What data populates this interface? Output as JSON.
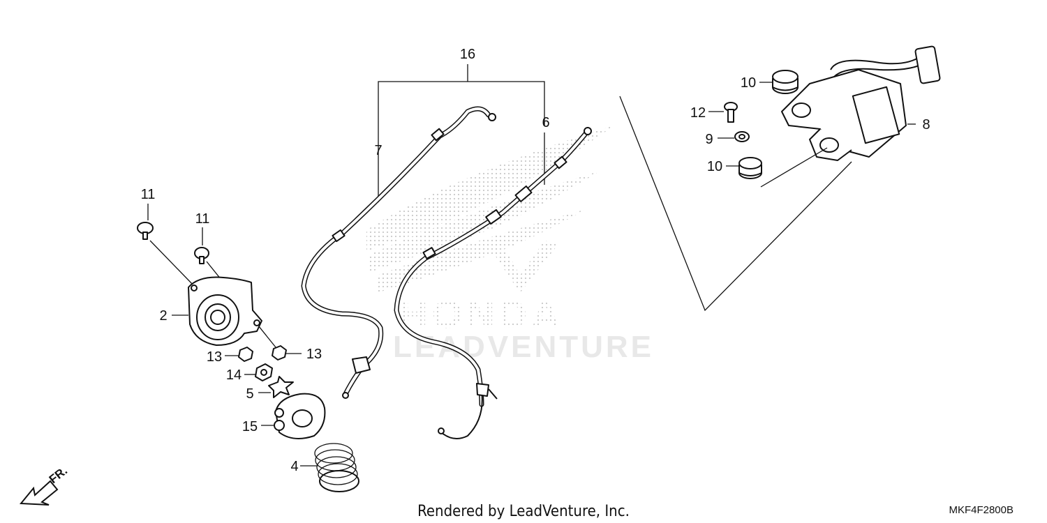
{
  "callouts": {
    "c16": "16",
    "c7": "7",
    "c6": "6",
    "c10a": "10",
    "c12": "12",
    "c8": "8",
    "c9": "9",
    "c10b": "10",
    "c11a": "11",
    "c11b": "11",
    "c2": "2",
    "c13a": "13",
    "c13b": "13",
    "c14": "14",
    "c5": "5",
    "c15": "15",
    "c4": "4"
  },
  "watermark": {
    "brand": "HONDA",
    "vendor": "LEADVENTURE"
  },
  "footer": {
    "credit": "Rendered by LeadVenture, Inc.",
    "diagram_code": "MKF4F2800B",
    "direction": "FR."
  }
}
